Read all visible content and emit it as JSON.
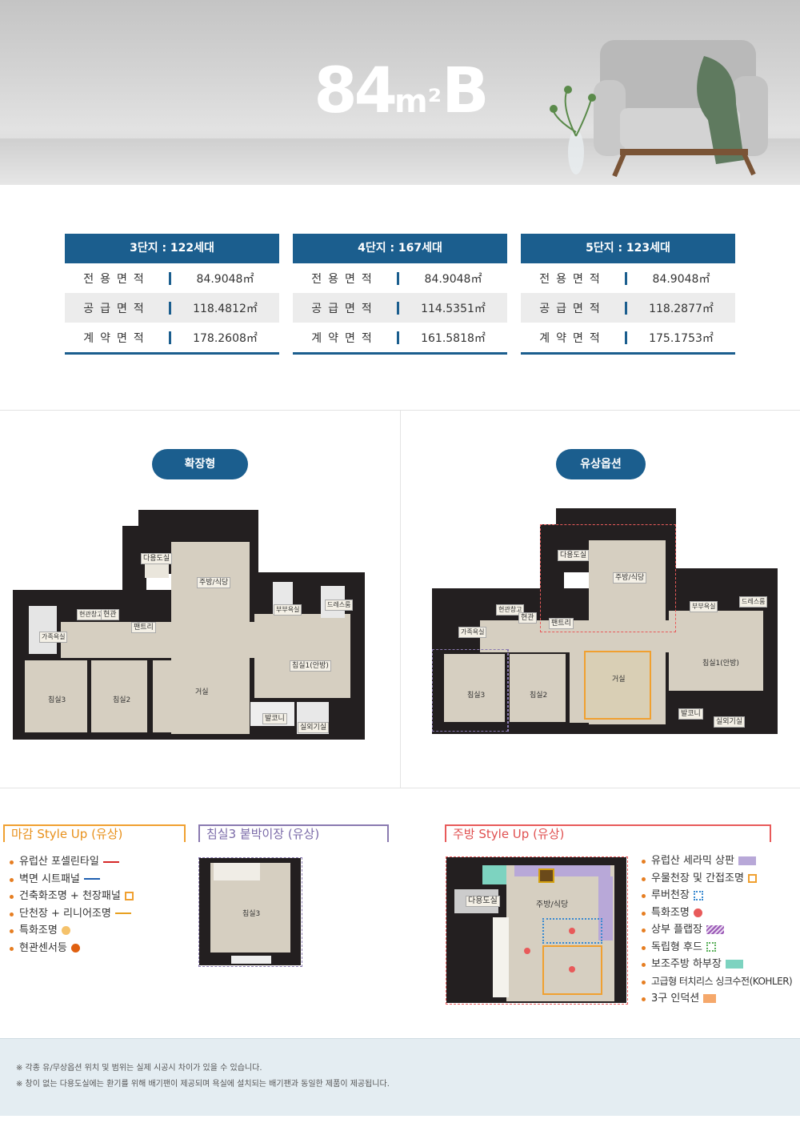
{
  "hero": {
    "title": "84",
    "unit": "m²",
    "type": "B"
  },
  "tables": [
    {
      "header": "3단지 : 122세대",
      "rows": [
        {
          "label": "전용면적",
          "value": "84.9048㎡"
        },
        {
          "label": "공급면적",
          "value": "118.4812㎡"
        },
        {
          "label": "계약면적",
          "value": "178.2608㎡"
        }
      ]
    },
    {
      "header": "4단지 : 167세대",
      "rows": [
        {
          "label": "전용면적",
          "value": "84.9048㎡"
        },
        {
          "label": "공급면적",
          "value": "114.5351㎡"
        },
        {
          "label": "계약면적",
          "value": "161.5818㎡"
        }
      ]
    },
    {
      "header": "5단지 : 123세대",
      "rows": [
        {
          "label": "전용면적",
          "value": "84.9048㎡"
        },
        {
          "label": "공급면적",
          "value": "118.2877㎡"
        },
        {
          "label": "계약면적",
          "value": "175.1753㎡"
        }
      ]
    }
  ],
  "plans": {
    "left_tag": "확장형",
    "right_tag": "유상옵션",
    "labels": {
      "multi": "다용도실",
      "kitchen": "주방/식당",
      "entry_storage": "현관창고",
      "entry": "현관",
      "pantry": "팬트리",
      "family_bath": "가족욕실",
      "couple_bath": "부부욕실",
      "dress": "드레스룸",
      "master": "침실1(안방)",
      "living": "거실",
      "bed2": "침실2",
      "bed3": "침실3",
      "balcony": "발코니",
      "outdoor": "실외기실"
    }
  },
  "finish": {
    "title": "마감 Style Up (유상)",
    "items": [
      {
        "text": "유럽산 포셀린타일",
        "color": "#d62828"
      },
      {
        "text": "벽면 시트패널",
        "color": "#1f5fb0"
      },
      {
        "text": "건축화조명 + 천장패널",
        "color": "#f0a030"
      },
      {
        "text": "단천장 + 리니어조명",
        "color": "#e8a020"
      },
      {
        "text": "특화조명",
        "color": "#f5c26b"
      },
      {
        "text": "현관센서등",
        "color": "#e06010"
      }
    ]
  },
  "closet": {
    "title": "침실3 붙박이장 (유상)",
    "room": "침실3"
  },
  "kitchen": {
    "title": "주방 Style Up (유상)",
    "multi": "다용도실",
    "dining": "주방/식당",
    "items": [
      {
        "text": "유럽산 세라믹 상판",
        "color": "#b8a8d8"
      },
      {
        "text": "우물천장 및 간접조명",
        "color": "#f0a030"
      },
      {
        "text": "루버천장",
        "color": "#3a8ad0"
      },
      {
        "text": "특화조명",
        "color": "#e85a5a"
      },
      {
        "text": "상부 플랩장",
        "color": "#9b59b6"
      },
      {
        "text": "독립형 후드",
        "color": "#5ab05a"
      },
      {
        "text": "보조주방 하부장",
        "color": "#7dd3c0"
      },
      {
        "text": "고급형 터치리스 싱크수전(KOHLER)",
        "color": ""
      },
      {
        "text": "3구 인덕션",
        "color": "#f5a86b"
      }
    ]
  },
  "notes": [
    "※ 각종 유/무상옵션 위치 및 범위는 실제 시공시 차이가 있을 수 있습니다.",
    "※ 창이 없는 다용도실에는 환기를 위해 배기팬이 제공되며 욕실에 설치되는 배기팬과 동일한 제품이 제공됩니다."
  ]
}
